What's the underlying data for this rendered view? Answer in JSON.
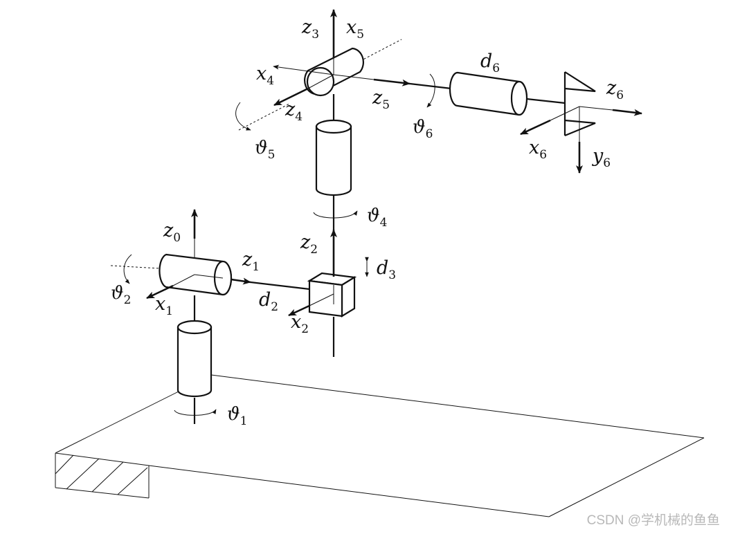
{
  "labels": {
    "z0": {
      "base": "z",
      "sub": "0"
    },
    "z1": {
      "base": "z",
      "sub": "1"
    },
    "x1": {
      "base": "x",
      "sub": "1"
    },
    "d2": {
      "base": "d",
      "sub": "2"
    },
    "x2": {
      "base": "x",
      "sub": "2"
    },
    "z2": {
      "base": "z",
      "sub": "2"
    },
    "d3": {
      "base": "d",
      "sub": "3"
    },
    "z3": {
      "base": "z",
      "sub": "3"
    },
    "x5": {
      "base": "x",
      "sub": "5"
    },
    "x4": {
      "base": "x",
      "sub": "4"
    },
    "z4": {
      "base": "z",
      "sub": "4"
    },
    "z5": {
      "base": "z",
      "sub": "5"
    },
    "d6": {
      "base": "d",
      "sub": "6"
    },
    "z6": {
      "base": "z",
      "sub": "6"
    },
    "x6": {
      "base": "x",
      "sub": "6"
    },
    "y6": {
      "base": "y",
      "sub": "6"
    },
    "theta1": {
      "base": "ϑ",
      "sub": "1"
    },
    "theta2": {
      "base": "ϑ",
      "sub": "2"
    },
    "theta4": {
      "base": "ϑ",
      "sub": "4"
    },
    "theta5": {
      "base": "ϑ",
      "sub": "5"
    },
    "theta6": {
      "base": "ϑ",
      "sub": "6"
    }
  },
  "watermark": "CSDN @学机械的鱼鱼"
}
